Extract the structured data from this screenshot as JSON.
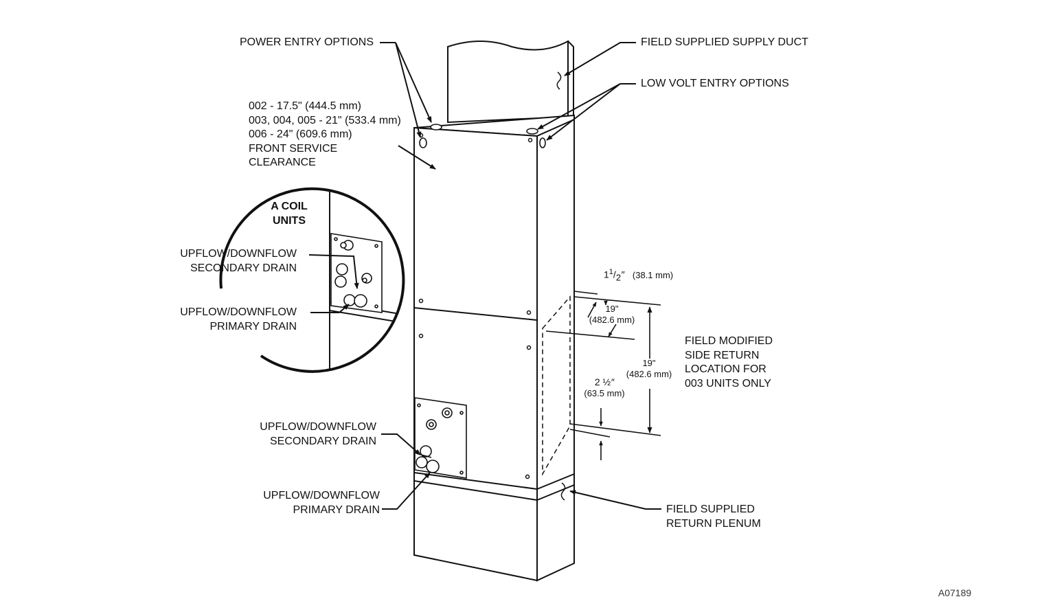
{
  "labels": {
    "power_entry": "POWER ENTRY OPTIONS",
    "supply_duct": "FIELD SUPPLIED SUPPLY DUCT",
    "low_volt": "LOW VOLT ENTRY OPTIONS",
    "clearance_lines": [
      "002 - 17.5\" (444.5 mm)",
      "003, 004, 005 - 21\" (533.4 mm)",
      "006 - 24\" (609.6 mm)",
      "FRONT SERVICE",
      "CLEARANCE"
    ],
    "a_coil_lines": [
      "A COIL",
      "UNITS"
    ],
    "inset_secondary_lines": [
      "UPFLOW/DOWNFLOW",
      "SECONDARY DRAIN"
    ],
    "inset_primary_lines": [
      "UPFLOW/DOWNFLOW",
      "PRIMARY DRAIN"
    ],
    "bottom_secondary_lines": [
      "UPFLOW/DOWNFLOW",
      "SECONDARY DRAIN"
    ],
    "bottom_primary_lines": [
      "UPFLOW/DOWNFLOW",
      "PRIMARY DRAIN"
    ],
    "return_plenum_lines": [
      "FIELD SUPPLIED",
      "RETURN PLENUM"
    ],
    "side_return_lines": [
      "FIELD MODIFIED",
      "SIDE RETURN",
      "LOCATION FOR",
      "003 UNITS ONLY"
    ]
  },
  "dims": {
    "d1_whole": "1",
    "d1_num": "1",
    "d1_den": "2",
    "d1_quote": "″",
    "d1_mm": "(38.1 mm)",
    "d2_in": "19\"",
    "d2_mm": "(482.6 mm)",
    "d3_in": "19\"",
    "d3_mm": "(482.6 mm)",
    "d4_whole": "2",
    "d4_frac": "½",
    "d4_quote": "″",
    "d4_mm": "(63.5 mm)"
  },
  "figure_id": "A07189"
}
